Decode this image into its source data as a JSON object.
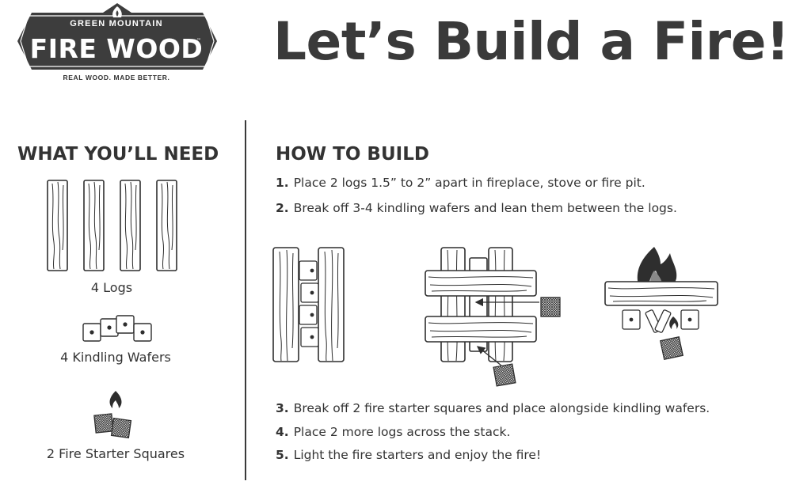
{
  "brand": {
    "name_top": "GREEN MOUNTAIN",
    "name_main": "FIRE WOOD",
    "trademark": "™",
    "tagline": "REAL WOOD. MADE BETTER."
  },
  "title": "Let’s Build a Fire!",
  "what_you_need": {
    "heading": "WHAT YOU’LL NEED",
    "items": [
      {
        "label": "4 Logs",
        "icon": "logs-icon"
      },
      {
        "label": "4 Kindling Wafers",
        "icon": "kindling-wafers-icon"
      },
      {
        "label": "2 Fire Starter Squares",
        "icon": "fire-starter-squares-icon"
      }
    ]
  },
  "how_to_build": {
    "heading": "HOW TO BUILD",
    "steps": [
      {
        "number": "1.",
        "text": "Place 2 logs 1.5” to 2” apart in fireplace, stove or fire pit."
      },
      {
        "number": "2.",
        "text": "Break off 3-4 kindling wafers and lean them between the logs."
      },
      {
        "number": "3.",
        "text": "Break off 2 fire starter squares and place alongside kindling wafers."
      },
      {
        "number": "4.",
        "text": "Place 2 more logs across the stack."
      },
      {
        "number": "5.",
        "text": "Light the fire starters and enjoy the fire!"
      }
    ]
  },
  "colors": {
    "ink": "#2e2e2e",
    "logo_badge": "#3d3d3d",
    "paper": "#ffffff"
  }
}
